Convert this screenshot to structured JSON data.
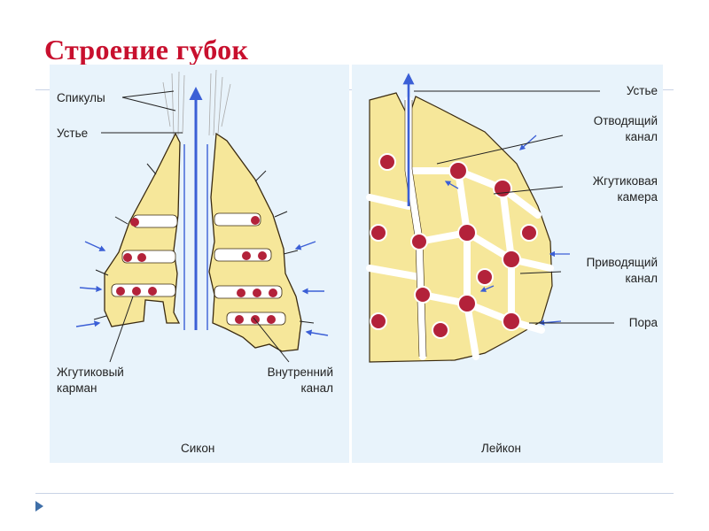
{
  "slide": {
    "title": "Строение губок"
  },
  "sycon": {
    "caption": "Сикон",
    "labels": {
      "spicules": "Спикулы",
      "osculum": "Устье",
      "flagellated_pocket_1": "Жгутиковый",
      "flagellated_pocket_2": "карман",
      "inner_canal_1": "Внутренний",
      "inner_canal_2": "канал"
    }
  },
  "leucon": {
    "caption": "Лейкон",
    "labels": {
      "osculum": "Устье",
      "excurrent_canal_1": "Отводящий",
      "excurrent_canal_2": "канал",
      "flagellated_chamber_1": "Жгутиковая",
      "flagellated_chamber_2": "камера",
      "incurrent_canal_1": "Приводящий",
      "incurrent_canal_2": "канал",
      "pore": "Пора"
    }
  },
  "colors": {
    "title": "#c8102e",
    "panel_background": "#e8f3fb",
    "tissue": "#f6e79a",
    "canal": "#ffffff",
    "chamber": "#b3223a",
    "water_flow_arrow": "#3b5fd6"
  }
}
